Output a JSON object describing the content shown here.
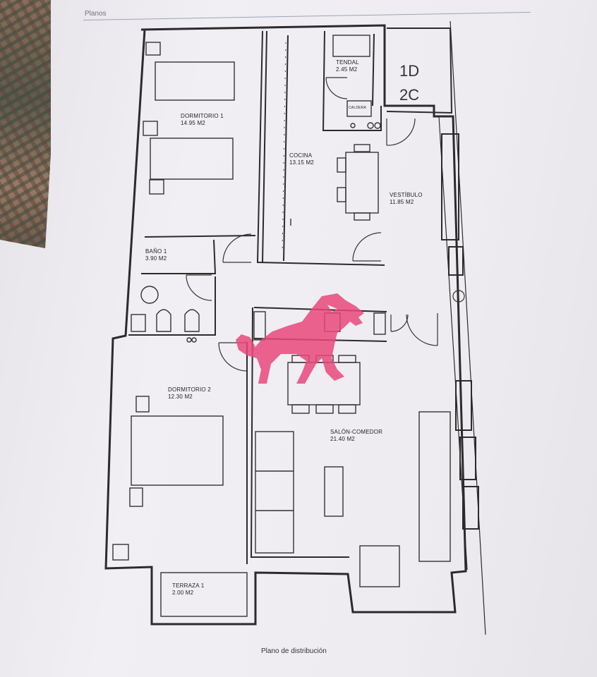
{
  "header": {
    "label": "Planos"
  },
  "unit_labels": {
    "top": "1D",
    "bottom": "2C"
  },
  "rooms": [
    {
      "name": "DORMITORIO 1",
      "area": "14.95 M2"
    },
    {
      "name": "TENDAL",
      "area": "2.45 M2"
    },
    {
      "name": "COCINA",
      "area": "13.15 M2"
    },
    {
      "name": "VESTÍBULO",
      "area": "11.85 M2"
    },
    {
      "name": "BAÑO 1",
      "area": "3.90 M2"
    },
    {
      "name": "DORMITORIO 2",
      "area": "12.30 M2"
    },
    {
      "name": "SALÓN-COMEDOR",
      "area": "21.40 M2"
    },
    {
      "name": "TERRAZA 1",
      "area": "2.00 M2"
    }
  ],
  "fixtures": {
    "boiler": "CALDERA"
  },
  "caption": "Plano de distribución",
  "watermark": {
    "color": "#e8487a",
    "icon": "lion-logo-icon"
  }
}
